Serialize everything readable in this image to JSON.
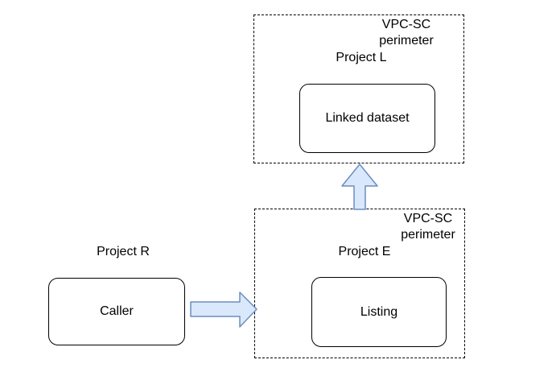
{
  "diagram": {
    "type": "architecture-diagram",
    "colors": {
      "background": "#ffffff",
      "arrow_fill": "#dae8fc",
      "arrow_stroke": "#6c8ebf",
      "node_border": "#000000",
      "perimeter_border": "#000000",
      "text": "#000000"
    },
    "perimeters": [
      {
        "title": "VPC-SC\nperimeter",
        "project": "Project L",
        "node": "Linked dataset"
      },
      {
        "title": "VPC-SC\nperimeter",
        "project": "Project E",
        "node": "Listing"
      }
    ],
    "external": {
      "project": "Project R",
      "node": "Caller"
    },
    "arrows": [
      {
        "name": "caller-to-listing-arrow",
        "direction": "right"
      },
      {
        "name": "listing-to-linked-dataset-arrow",
        "direction": "up"
      }
    ]
  }
}
